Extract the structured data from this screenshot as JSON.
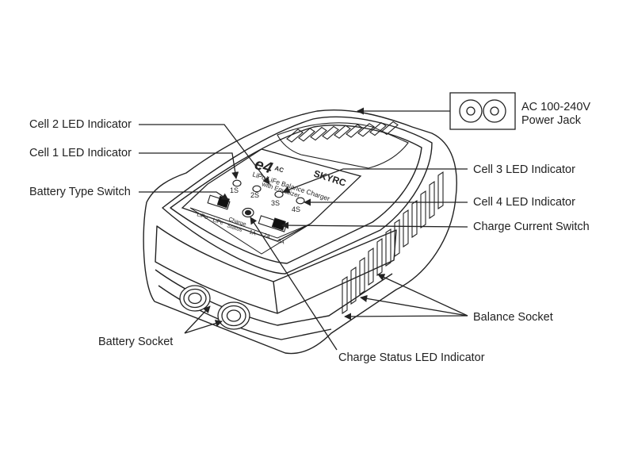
{
  "callouts": {
    "ac_power_jack": "AC 100-240V",
    "ac_power_jack_line2": "Power Jack",
    "cell2_led": "Cell 2 LED Indicator",
    "cell1_led": "Cell 1 LED Indicator",
    "battery_type_switch": "Battery Type Switch",
    "cell3_led": "Cell 3 LED Indicator",
    "cell4_led": "Cell 4 LED Indicator",
    "charge_current_switch": "Charge Current Switch",
    "balance_socket": "Balance Socket",
    "battery_socket": "Battery Socket",
    "charge_status_led": "Charge Status LED Indicator"
  },
  "device": {
    "brand": "SKYRC",
    "logo": "e4",
    "model_tag": "AC",
    "subtitle_line1": "LiPo/LiFe Balance Charger",
    "subtitle_line2": "with Equalizer",
    "cell_labels": [
      "1S",
      "2S",
      "3S",
      "4S"
    ],
    "switch_lipo": "LiPo",
    "switch_life": "LiFe",
    "status_label_line1": "Charge",
    "status_label_line2": "Status",
    "current_1a": "1A",
    "current_2a": "2A",
    "current_3a": "3A"
  }
}
